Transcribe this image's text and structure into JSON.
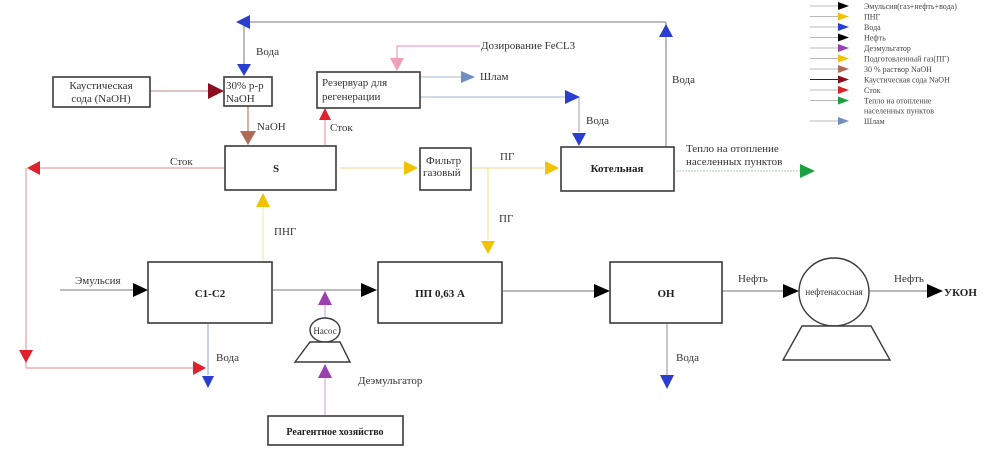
{
  "colors": {
    "emulsion": "#000000",
    "png": "#f2c200",
    "water": "#2a3fd0",
    "oil": "#000000",
    "demulsifier": "#9a40b0",
    "prepared_gas": "#f2c200",
    "naoh_30": "#b06a55",
    "caustic_soda": "#8a0f1e",
    "drain": "#e0202a",
    "heat": "#1aa040",
    "sludge": "#6f8fc0",
    "fecl3": "#f0a0b8"
  },
  "nodes": {
    "caustic_soda": "Каустическая сода (NaOH)",
    "naoh_30_line1": "30% р-р",
    "naoh_30_line2": "NaOH",
    "reservoir_line1": "Резервуар для",
    "reservoir_line2": "регенерации",
    "s": "S",
    "filter_line1": "Фильтр",
    "filter_line2": "газовый",
    "boiler": "Котельная",
    "c1c2": "С1-С2",
    "pp": "ПП 0,63 А",
    "on": "ОН",
    "pump": "Насос",
    "oil_pump_station": "нефтенасосная",
    "reagent": "Реагентное хозяйство",
    "ukon": "УКОН"
  },
  "labels": {
    "water_top": "Вода",
    "fecl3": "Дозирование FeCL3",
    "sludge": "Шлам",
    "water_reservoir": "Вода",
    "water_boiler_up": "Вода",
    "naoh": "NaOH",
    "drain_up": "Сток",
    "drain_left": "Сток",
    "pg_right": "ПГ",
    "pg_down": "ПГ",
    "heat_line1": "Тепло на отопление",
    "heat_line2": "населенных пунктов",
    "png": "ПНГ",
    "emulsion": "Эмульсия",
    "water_c1c2": "Вода",
    "demulsifier": "Деэмульгатор",
    "water_on": "Вода",
    "oil_1": "Нефть",
    "oil_2": "Нефть"
  },
  "legend": [
    {
      "label": "Эмульсия(газ+нефть+вода)",
      "color_key": "emulsion"
    },
    {
      "label": "ПНГ",
      "color_key": "png"
    },
    {
      "label": "Вода",
      "color_key": "water"
    },
    {
      "label": "Нефть",
      "color_key": "oil"
    },
    {
      "label": "Деэмульгатор",
      "color_key": "demulsifier"
    },
    {
      "label": "Подготовленный газ(ПГ)",
      "color_key": "prepared_gas"
    },
    {
      "label": "30 % раствор NaOH",
      "color_key": "naoh_30"
    },
    {
      "label": "Каустическая сода NaOH",
      "color_key": "caustic_soda"
    },
    {
      "label": "Сток",
      "color_key": "drain"
    },
    {
      "label": "Тепло на отопление",
      "label2": "населенных пунктов",
      "color_key": "heat"
    },
    {
      "label": "Шлам",
      "color_key": "sludge"
    }
  ]
}
